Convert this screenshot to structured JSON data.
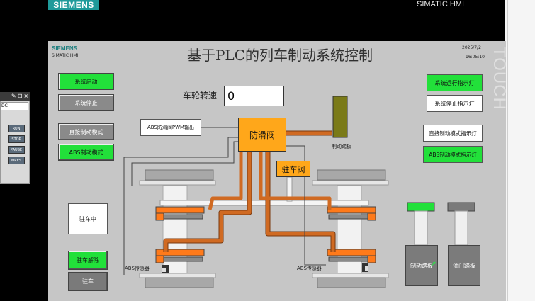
{
  "device": {
    "top_brand": "SIEMENS",
    "top_model": "SIMATIC HMI",
    "touch_label": "TOUCH"
  },
  "screen": {
    "brand": "SIEMENS",
    "sub_brand": "SIMATIC HMI",
    "title": "基于PLC的列车制动系统控制",
    "date": "2025/7/2",
    "time": "16:05:10"
  },
  "left_buttons": {
    "system_start": "系统启动",
    "system_stop": "系统停止",
    "direct_brake_mode": "直接制动模式",
    "abs_brake_mode": "ABS制动模式",
    "parking_release": "驻车解除",
    "parking": "驻车"
  },
  "parking_status": "驻车中",
  "wheel_speed": {
    "label": "车轮转速",
    "value": "0"
  },
  "abs_pwm_label": "ABS防滑阀PWM输出",
  "anti_skid_valve": "防滑阀",
  "parking_valve": "驻车阀",
  "brake_pedal_label": "制动踏板",
  "abs_sensor_left": "ABS传感器",
  "abs_sensor_right": "ABS传感器",
  "indicators": {
    "system_running": "系统运行指示灯",
    "system_stopped": "系统停止指示灯",
    "direct_mode": "直接制动模式指示灯",
    "abs_mode": "ABS制动模式指示灯"
  },
  "pedals": {
    "brake": "制动踏板",
    "throttle": "油门踏板"
  },
  "sim_widget": {
    "field_text": "DC",
    "buttons": [
      "RUN",
      "STOP",
      "PAUSE",
      "MRES"
    ]
  },
  "colors": {
    "on_green": "#22e03a",
    "valve_orange": "#ffa71a",
    "pipe_brown": "#c8651e",
    "hmi_background": "#c6c6c6"
  }
}
